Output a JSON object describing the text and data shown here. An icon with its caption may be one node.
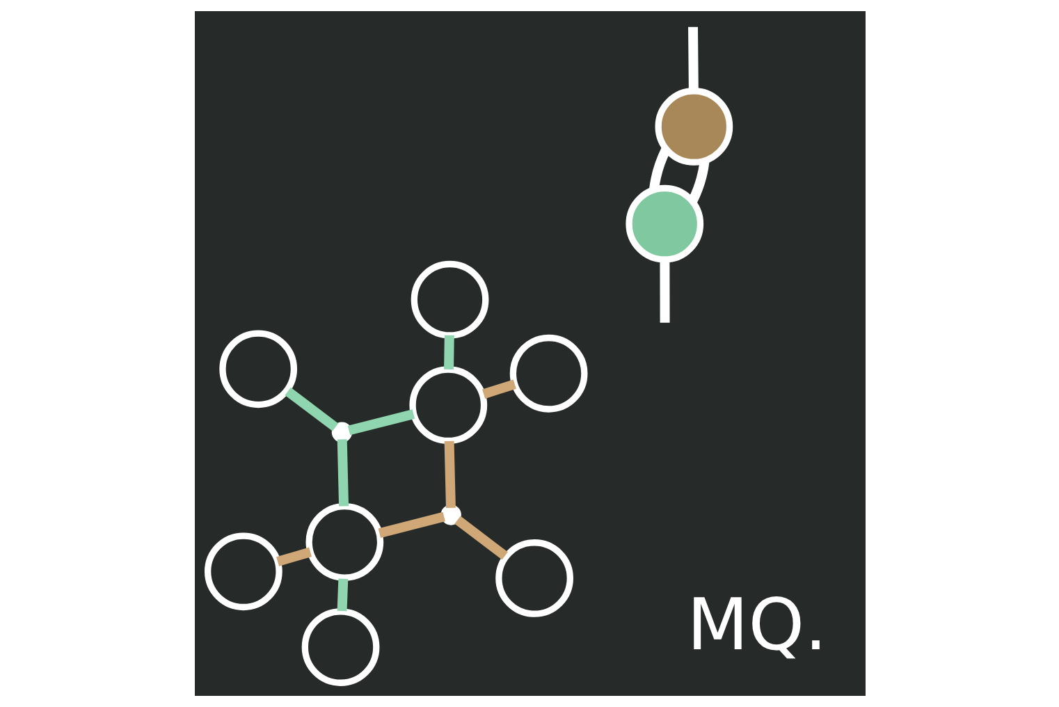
{
  "diagram": {
    "nodes": [
      {
        "text": [],
        "shape": "circle"
      },
      {
        "text": [],
        "shape": "circle"
      },
      {
        "text": [],
        "shape": "circle"
      },
      {
        "text": [],
        "shape": "circle"
      },
      {
        "text": [],
        "shape": "circle"
      },
      {
        "text": [],
        "shape": "circle"
      },
      {
        "text": [],
        "shape": "circle"
      },
      {
        "text": [],
        "shape": "circle"
      },
      {
        "text": [],
        "shape": "point"
      },
      {
        "text": [],
        "shape": "point"
      },
      {
        "text": [],
        "shape": "circle"
      },
      {
        "text": [],
        "shape": "circle"
      }
    ],
    "edges": [
      {
        "from": 8,
        "to": 0,
        "arrow": "none",
        "color": "#8fd6b0"
      },
      {
        "from": 8,
        "to": 5,
        "arrow": "none",
        "color": "#8fd6b0"
      },
      {
        "from": 5,
        "to": 6,
        "arrow": "none",
        "color": "#8fd6b0"
      },
      {
        "from": 8,
        "to": 2,
        "arrow": "none",
        "color": "#8fd6b0"
      },
      {
        "from": 2,
        "to": 3,
        "arrow": "none",
        "color": "#8fd6b0"
      },
      {
        "from": 1,
        "to": 2,
        "arrow": "none",
        "color": "#d0a878"
      },
      {
        "from": 2,
        "to": 9,
        "arrow": "none",
        "color": "#d0a878"
      },
      {
        "from": 9,
        "to": 7,
        "arrow": "none",
        "color": "#d0a878"
      },
      {
        "from": 9,
        "to": 5,
        "arrow": "none",
        "color": "#d0a878"
      },
      {
        "from": 5,
        "to": 4,
        "arrow": "none",
        "color": "#d0a878"
      },
      {
        "from": 10,
        "to": 11,
        "arrow": "none",
        "color": "#ffffff"
      },
      {
        "from": 10,
        "to": 11,
        "arrow": "none",
        "color": "#ffffff"
      },
      {
        "from": null,
        "to": 10,
        "arrow": "none",
        "color": "#ffffff"
      },
      {
        "from": 11,
        "to": null,
        "arrow": "none",
        "color": "#ffffff"
      }
    ],
    "labels": [
      "MQ."
    ]
  }
}
